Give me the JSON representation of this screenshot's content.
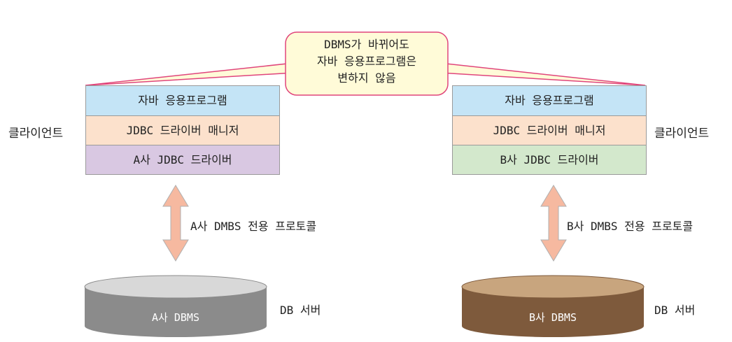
{
  "callout": {
    "lines": [
      "DBMS가 바뀌어도",
      "자바 응용프로그램은",
      "변하지 않음"
    ],
    "fill": "#fffbd8",
    "stroke": "#e0457b"
  },
  "left": {
    "side_label": "클라이언트",
    "layers": [
      {
        "label": "자바 응용프로그램",
        "color": "#c4e4f6"
      },
      {
        "label": "JDBC 드라이버 매니저",
        "color": "#fce1cc"
      },
      {
        "label": "A사 JDBC 드라이버",
        "color": "#d9c8e2"
      }
    ],
    "protocol": "A사 DMBS 전용 프로토콜",
    "db_label": "A사 DBMS",
    "db_color": "#8b8b8b",
    "server_label": "DB 서버"
  },
  "right": {
    "side_label": "클라이언트",
    "layers": [
      {
        "label": "자바 응용프로그램",
        "color": "#c4e4f6"
      },
      {
        "label": "JDBC 드라이버 매니저",
        "color": "#fce1cc"
      },
      {
        "label": "B사 JDBC 드라이버",
        "color": "#d3e8cc"
      }
    ],
    "protocol": "B사 DMBS 전용 프로토콜",
    "db_label": "B사 DBMS",
    "db_color": "#7e5a3c",
    "server_label": "DB 서버"
  },
  "arrow_color": "#f6b9a0"
}
